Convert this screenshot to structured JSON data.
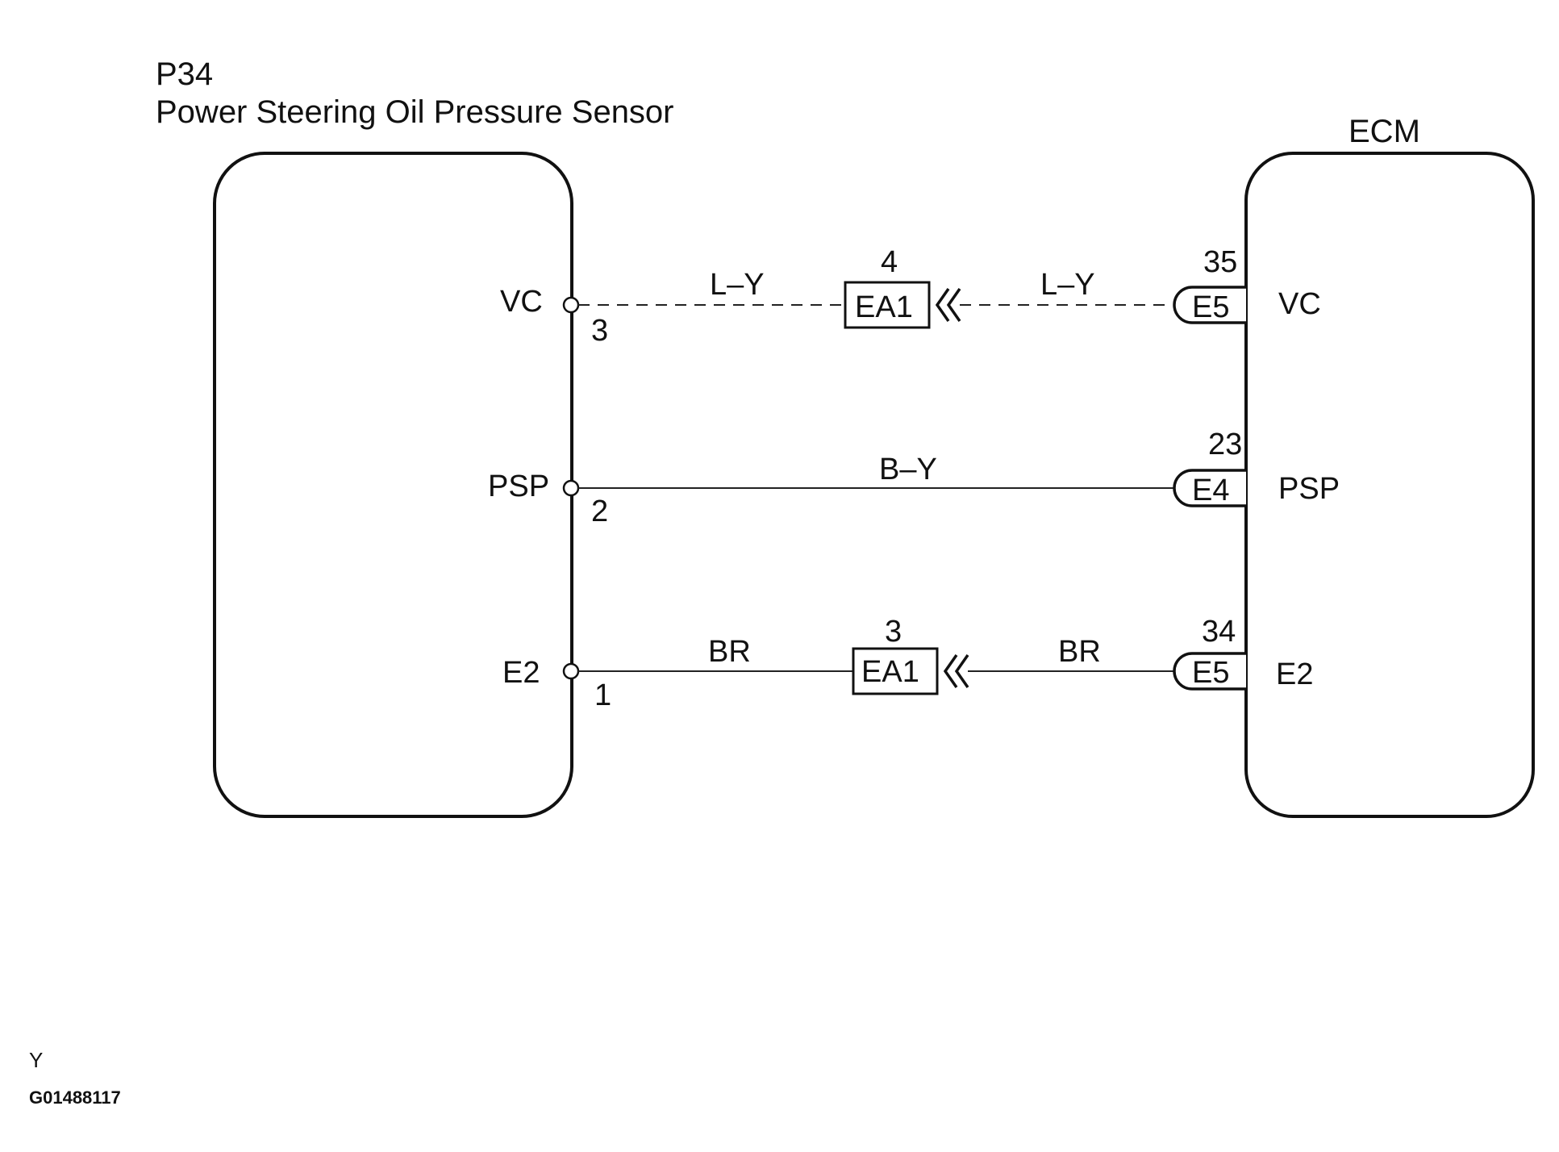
{
  "sensor": {
    "code": "P34",
    "name": "Power Steering Oil Pressure Sensor",
    "terminals": [
      {
        "name": "VC",
        "pin": "3"
      },
      {
        "name": "PSP",
        "pin": "2"
      },
      {
        "name": "E2",
        "pin": "1"
      }
    ]
  },
  "ecm": {
    "name": "ECM",
    "terminals": [
      {
        "name": "VC",
        "connector": "E5",
        "pin": "35"
      },
      {
        "name": "PSP",
        "connector": "E4",
        "pin": "23"
      },
      {
        "name": "E2",
        "connector": "E5",
        "pin": "34"
      }
    ]
  },
  "wires": [
    {
      "color_left": "L–Y",
      "junction": "EA1",
      "junction_pin": "4",
      "color_right": "L–Y"
    },
    {
      "color_left": "B–Y"
    },
    {
      "color_left": "BR",
      "junction": "EA1",
      "junction_pin": "3",
      "color_right": "BR"
    }
  ],
  "footer": {
    "mark": "Y",
    "figure_id": "G01488117"
  }
}
